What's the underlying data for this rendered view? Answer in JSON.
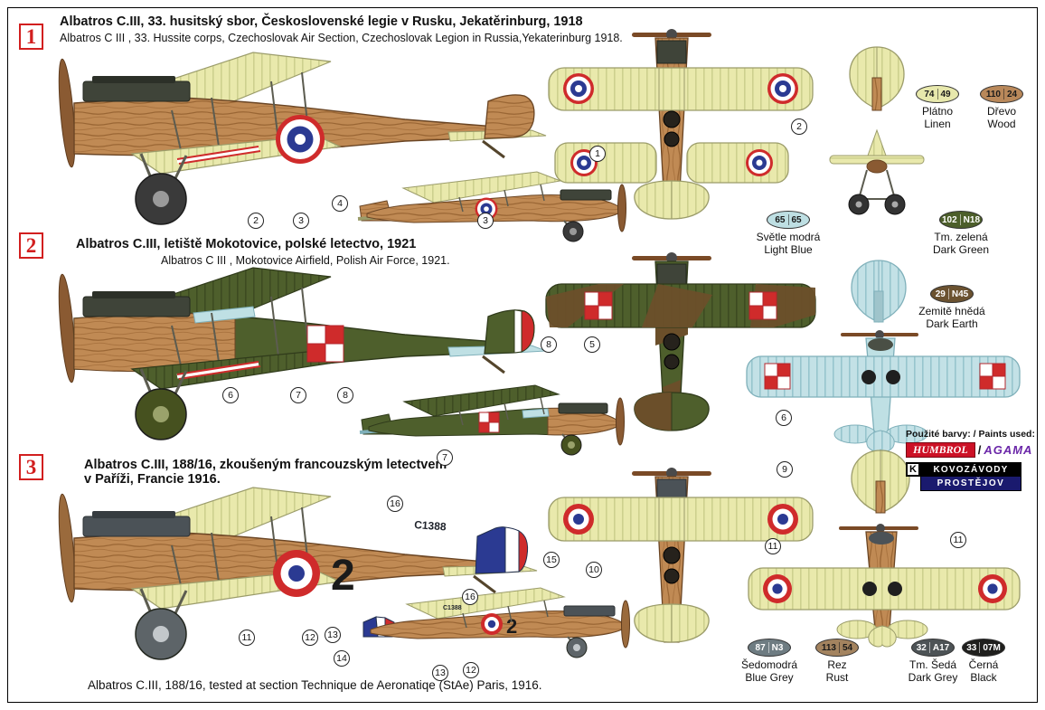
{
  "sheet": {
    "bg": "#ffffff",
    "border_color": "#000000"
  },
  "sections": [
    {
      "marker": "1",
      "title": "Albatros C.III, 33. husitský sbor, Československé legie v Rusku, Jekatěrinburg, 1918",
      "subtitle": "Albatros C III , 33. Hussite corps, Czechoslovak Air Section, Czechoslovak Legion in Russia,Yekaterinburg 1918."
    },
    {
      "marker": "2",
      "title": "Albatros C.III, letiště Mokotovice, polské letectvo, 1921",
      "subtitle": "Albatros C III , Mokotovice Airfield, Polish Air Force, 1921."
    },
    {
      "marker": "3",
      "title_line1": "Albatros C.III, 188/16, zkoušeným francouzským letectvem",
      "title_line2": "v Paříži, Francie 1916.",
      "footer": "Albatros C.III, 188/16, tested at section Technique de Aeronatiqe (StAe) Paris, 1916.",
      "serial": "C1388",
      "tactical_number": "2"
    }
  ],
  "paint_chips": [
    {
      "code1": "74",
      "code2": "49",
      "name_cz": "Plátno",
      "name_en": "Linen",
      "color": "#e7e8ac"
    },
    {
      "code1": "110",
      "code2": "24",
      "name_cz": "Dřevo",
      "name_en": "Wood",
      "color": "#b9885a"
    },
    {
      "code1": "65",
      "code2": "65",
      "name_cz": "Světle modrá",
      "name_en": "Light Blue",
      "color": "#bedfe3"
    },
    {
      "code1": "102",
      "code2": "N18",
      "name_cz": "Tm. zelená",
      "name_en": "Dark Green",
      "color": "#4c5e2a"
    },
    {
      "code1": "29",
      "code2": "N45",
      "name_cz": "Zemitě hnědá",
      "name_en": "Dark Earth",
      "color": "#6b5230"
    },
    {
      "code1": "87",
      "code2": "N3",
      "name_cz": "Šedomodrá",
      "name_en": "Blue Grey",
      "color": "#6e7c82"
    },
    {
      "code1": "113",
      "code2": "54",
      "name_cz": "Rez",
      "name_en": "Rust",
      "color": "#a3835f"
    },
    {
      "code1": "32",
      "code2": "A17",
      "name_cz": "Tm. Šedá",
      "name_en": "Dark Grey",
      "color": "#4d5356"
    },
    {
      "code1": "33",
      "code2": "07M",
      "name_cz": "Černá",
      "name_en": "Black",
      "color": "#1f1f1d"
    }
  ],
  "callouts": [
    "1",
    "2",
    "3",
    "4",
    "3",
    "2",
    "8",
    "5",
    "6",
    "7",
    "8",
    "7",
    "6",
    "9",
    "16",
    "15",
    "10",
    "11",
    "11",
    "16",
    "11",
    "12",
    "13",
    "14",
    "13",
    "12"
  ],
  "brands": {
    "paints_used": "Použité barvy: / Paints used:",
    "humbrol": "HUMBROL",
    "separator": "/",
    "agama": "AGAMA",
    "monogram": "K",
    "maker_line1": "KOVOZÁVODY",
    "maker_line2": "PROSTĚJOV"
  },
  "colors": {
    "linen": "#e9e9ac",
    "wood": "#c08a54",
    "light_blue": "#c3e1e6",
    "dark_green": "#4e5f2c",
    "dark_earth": "#6b4f2a",
    "marking_red": "#cf2b2b",
    "marking_blue": "#2b3a92",
    "section_marker_red": "#d21f1f"
  }
}
